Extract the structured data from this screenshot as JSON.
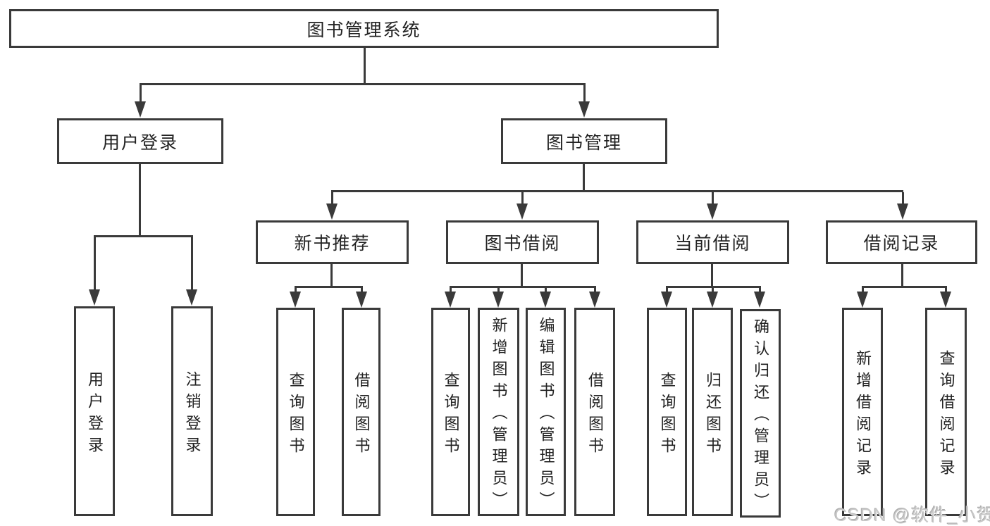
{
  "colors": {
    "line": "#3a3a3a",
    "text": "#222222",
    "background": "#ffffff",
    "watermark": "#c7c7c7"
  },
  "watermark": {
    "text": "CSDN @软件_小贺同学"
  },
  "tree": {
    "root": {
      "label": "图书管理系统"
    },
    "user_login": {
      "label": "用户登录",
      "children": {
        "login": {
          "label": "用户登录"
        },
        "logout": {
          "label": "注销登录"
        }
      }
    },
    "book_management": {
      "label": "图书管理",
      "new_book_recommend": {
        "label": "新书推荐",
        "children": {
          "query": {
            "label": "查询图书"
          },
          "borrow": {
            "label": "借阅图书"
          }
        }
      },
      "book_borrowing": {
        "label": "图书借阅",
        "children": {
          "query": {
            "label": "查询图书"
          },
          "add": {
            "label": "新增图书（管理员）"
          },
          "edit": {
            "label": "编辑图书（管理员）"
          },
          "borrow": {
            "label": "借阅图书"
          }
        }
      },
      "current_borrowing": {
        "label": "当前借阅",
        "children": {
          "query": {
            "label": "查询图书"
          },
          "return": {
            "label": "归还图书"
          },
          "confirm": {
            "label": "确认归还（管理员）"
          }
        }
      },
      "borrowing_records": {
        "label": "借阅记录",
        "children": {
          "add": {
            "label": "新增借阅记录"
          },
          "query": {
            "label": "查询借阅记录"
          }
        }
      }
    }
  }
}
